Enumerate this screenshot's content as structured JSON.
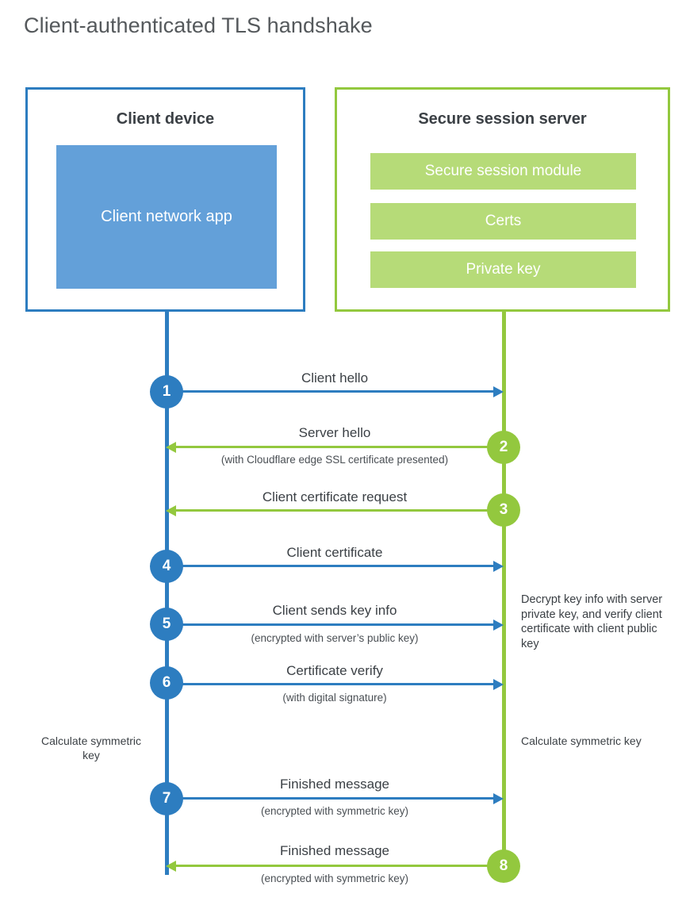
{
  "title": "Client-authenticated TLS handshake",
  "colors": {
    "client_blue": "#2d7dc0",
    "client_app_fill": "#63a0d9",
    "server_green": "#93c83e",
    "server_bar_fill": "#b6db78",
    "text_dark": "#3b4045",
    "title_gray": "#55595c",
    "background": "#ffffff"
  },
  "client": {
    "title": "Client device",
    "app_label": "Client network app"
  },
  "server": {
    "title": "Secure session server",
    "modules": [
      "Secure session module",
      "Certs",
      "Private key"
    ]
  },
  "steps": [
    {
      "number": "1",
      "side": "client",
      "direction": "to-server",
      "label": "Client hello",
      "sublabel": ""
    },
    {
      "number": "2",
      "side": "server",
      "direction": "to-client",
      "label": "Server hello",
      "sublabel": "(with Cloudflare edge SSL certificate presented)"
    },
    {
      "number": "3",
      "side": "server",
      "direction": "to-client",
      "label": "Client certificate request",
      "sublabel": ""
    },
    {
      "number": "4",
      "side": "client",
      "direction": "to-server",
      "label": "Client certificate",
      "sublabel": ""
    },
    {
      "number": "5",
      "side": "client",
      "direction": "to-server",
      "label": "Client sends key info",
      "sublabel": "(encrypted with server’s public key)"
    },
    {
      "number": "6",
      "side": "client",
      "direction": "to-server",
      "label": "Certificate verify",
      "sublabel": "(with digital signature)"
    },
    {
      "number": "7",
      "side": "client",
      "direction": "to-server",
      "label": "Finished message",
      "sublabel": "(encrypted with symmetric key)"
    },
    {
      "number": "8",
      "side": "server",
      "direction": "to-client",
      "label": "Finished message",
      "sublabel": "(encrypted with symmetric key)"
    }
  ],
  "notes": {
    "decrypt": "Decrypt key info with server private key, and verify client certificate with client public key",
    "calculate_symmetric_key_client": "Calculate symmetric key",
    "calculate_symmetric_key_server": "Calculate symmetric key"
  }
}
